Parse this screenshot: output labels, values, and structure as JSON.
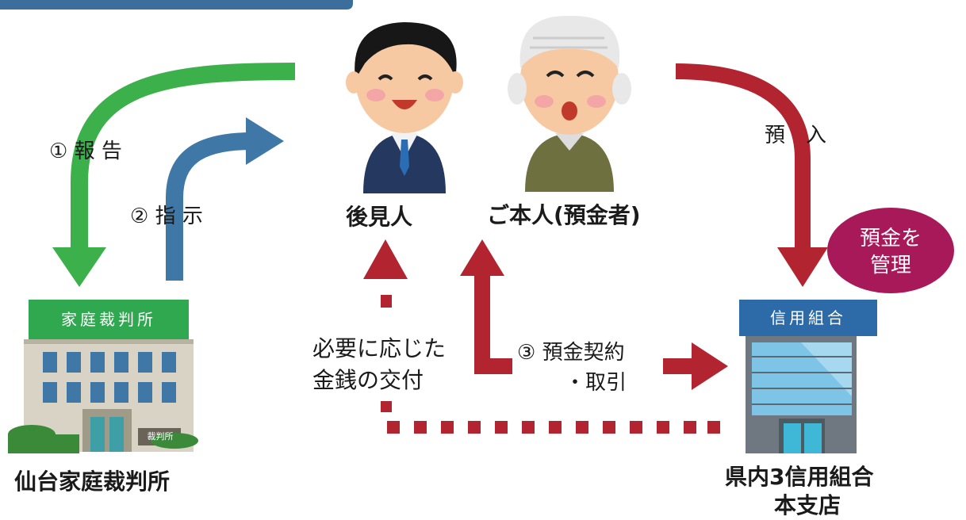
{
  "labels": {
    "report": "① 報 告",
    "instruction": "② 指 示",
    "guardian": "後見人",
    "person": "ご本人(預金者)",
    "deposit": "預　入",
    "manage_line1": "預金を",
    "manage_line2": "管理",
    "payment_line1": "必要に応じた",
    "payment_line2": "金銭の交付",
    "contract_line1": "③ 預金契約",
    "contract_line2": "・取引",
    "court_sign": "家庭裁判所",
    "court_small_sign": "裁判所",
    "court_name": "仙台家庭裁判所",
    "union_sign": "信用組合",
    "union_name_line1": "県内3信用組合",
    "union_name_line2": "本支店"
  },
  "colors": {
    "report_arrow": "#3cb04a",
    "instruction_arrow": "#3f78a6",
    "deposit_arrow": "#b2242f",
    "payment_arrow": "#b2242f",
    "manage_badge": "#a8195a"
  }
}
